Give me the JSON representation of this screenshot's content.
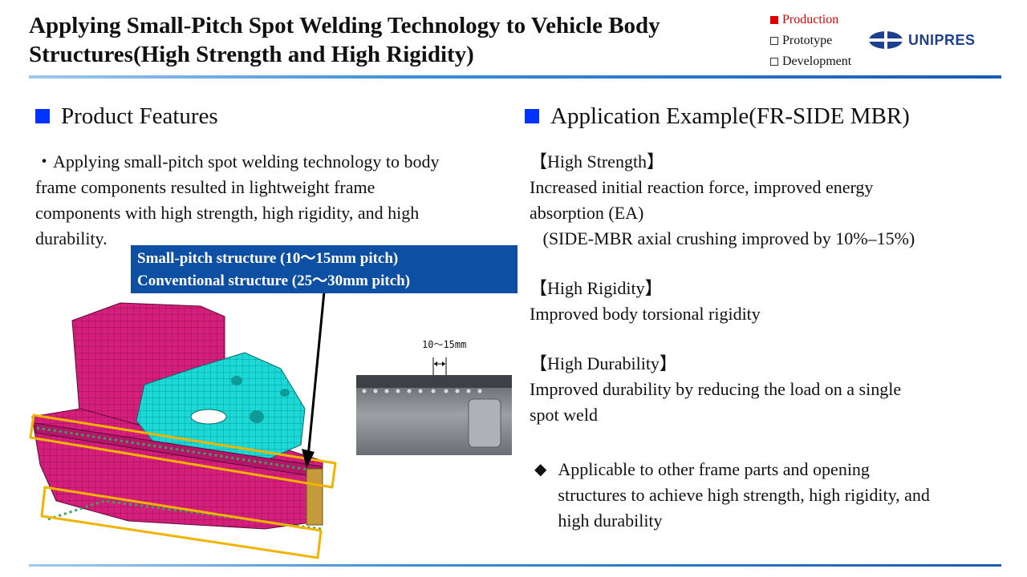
{
  "header": {
    "title_line1": "Applying Small-Pitch Spot Welding Technology to Vehicle Body",
    "title_line2": "Structures(High Strength and High Rigidity)",
    "status": [
      {
        "label": "Production",
        "active": true
      },
      {
        "label": "Prototype",
        "active": false
      },
      {
        "label": "Development",
        "active": false
      }
    ],
    "logo_text": "UNIPRES"
  },
  "colors": {
    "accent_blue": "#0033ff",
    "callout_blue": "#0d4fa3",
    "active_red": "#e00000",
    "part_magenta": "#d61f7c",
    "part_cyan": "#1ad9d6",
    "highlight_yellow": "#f0b400"
  },
  "left": {
    "heading": "Product Features",
    "text_lines": [
      "・Applying small-pitch spot welding technology to body",
      "frame components resulted in lightweight frame",
      "components with high strength, high rigidity,  and high",
      "durability."
    ],
    "callout_line1": "Small-pitch structure (10～15mm pitch)",
    "callout_line2": "Conventional structure (25～30mm pitch)",
    "dimension_label": "10～15mm"
  },
  "right": {
    "heading": "Application Example(FR-SIDE MBR)",
    "blocks": [
      {
        "heading": "【High Strength】",
        "lines": [
          "Increased initial reaction force, improved energy",
          "absorption (EA)",
          "   (SIDE-MBR axial crushing improved by 10%–15%)"
        ]
      },
      {
        "heading": "【High Rigidity】",
        "lines": [
          "Improved body torsional rigidity"
        ]
      },
      {
        "heading": "【High Durability】",
        "lines": [
          "Improved durability by reducing the load on a single",
          "spot weld"
        ]
      }
    ],
    "note_icon": "diamond-bullet-icon",
    "note_lines": [
      "Applicable to other frame parts and opening",
      "structures to achieve high strength, high rigidity,  and",
      "high durability"
    ]
  }
}
